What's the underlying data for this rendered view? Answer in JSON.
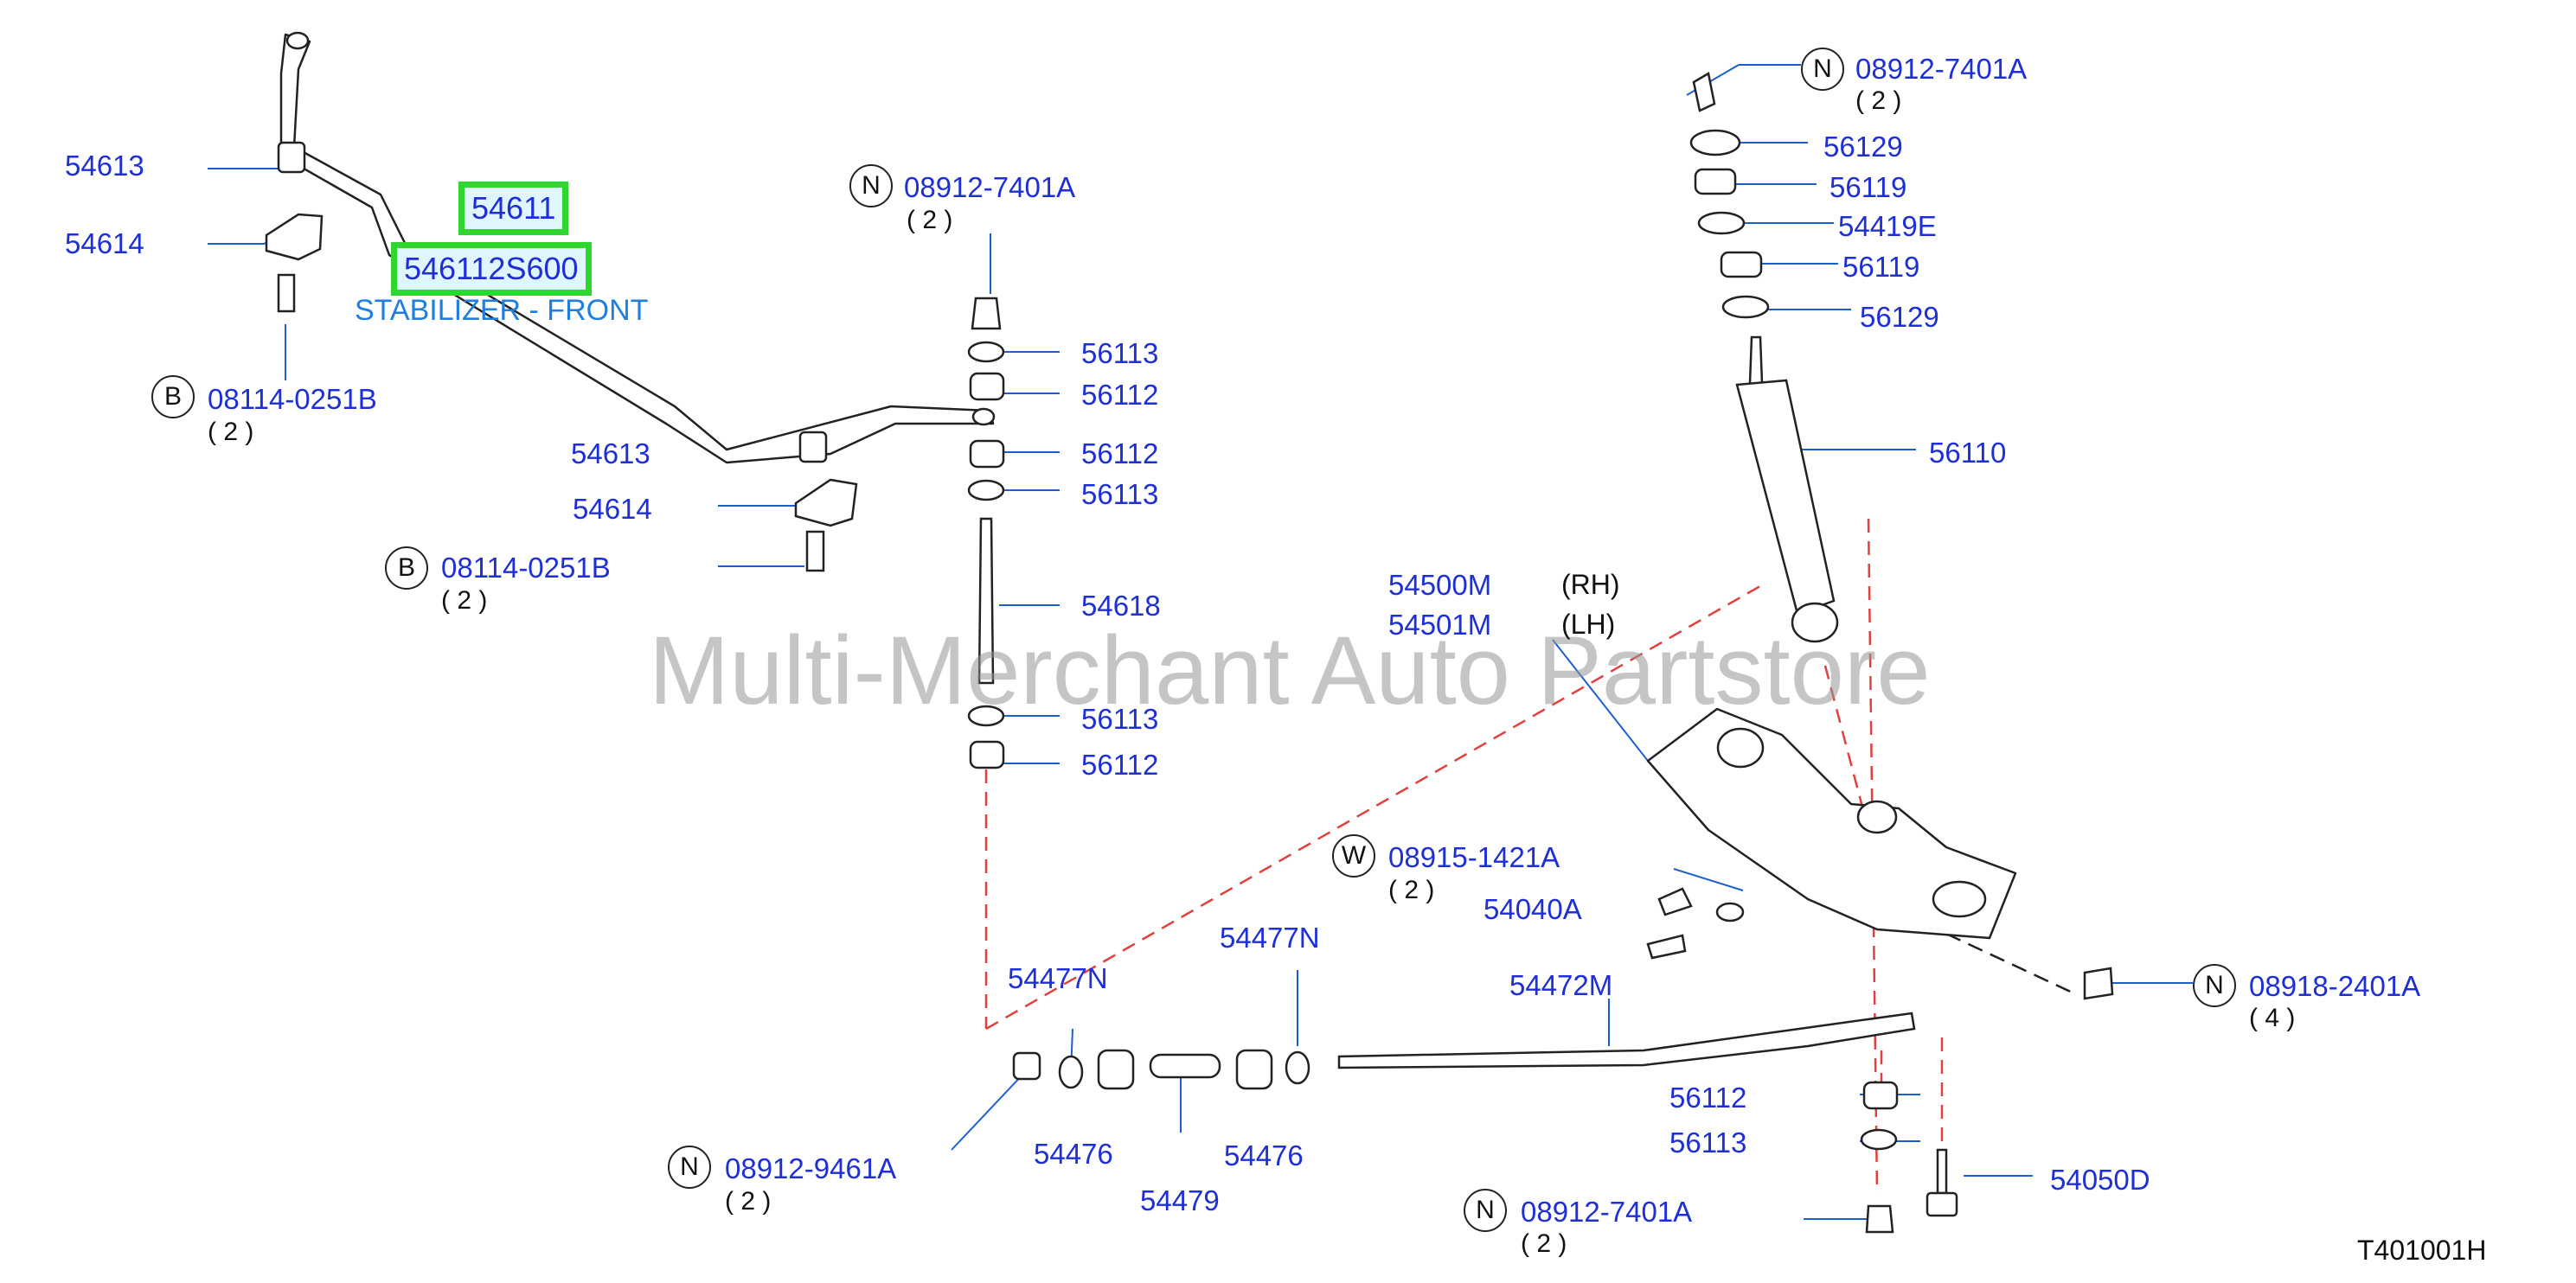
{
  "watermark": "Multi-Merchant Auto Partstore",
  "diagram_code": "T401001H",
  "highlight": {
    "part_a": "54611",
    "part_b": "546112S600",
    "caption": "STABILIZER - FRONT"
  },
  "side_labels": {
    "rh": "(RH)",
    "lh": "(LH)"
  },
  "parts": [
    {
      "id": "p01",
      "number": "54613"
    },
    {
      "id": "p02",
      "number": "54614"
    },
    {
      "id": "p03",
      "number": "08114-0251B",
      "prefix": "B",
      "qty": "( 2 )"
    },
    {
      "id": "p04",
      "number": "54613"
    },
    {
      "id": "p05",
      "number": "54614"
    },
    {
      "id": "p06",
      "number": "08114-0251B",
      "prefix": "B",
      "qty": "( 2 )"
    },
    {
      "id": "p07",
      "number": "08912-7401A",
      "prefix": "N",
      "qty": "( 2 )"
    },
    {
      "id": "p08",
      "number": "56113"
    },
    {
      "id": "p09",
      "number": "56112"
    },
    {
      "id": "p10",
      "number": "56112"
    },
    {
      "id": "p11",
      "number": "56113"
    },
    {
      "id": "p12",
      "number": "54618"
    },
    {
      "id": "p13",
      "number": "56113"
    },
    {
      "id": "p14",
      "number": "56112"
    },
    {
      "id": "p15",
      "number": "08912-7401A",
      "prefix": "N",
      "qty": "( 2 )"
    },
    {
      "id": "p16",
      "number": "56129"
    },
    {
      "id": "p17",
      "number": "56119"
    },
    {
      "id": "p18",
      "number": "54419E"
    },
    {
      "id": "p19",
      "number": "56119"
    },
    {
      "id": "p20",
      "number": "56129"
    },
    {
      "id": "p21",
      "number": "56110"
    },
    {
      "id": "p22",
      "number": "54500M"
    },
    {
      "id": "p23",
      "number": "54501M"
    },
    {
      "id": "p24",
      "number": "08915-1421A",
      "prefix": "W",
      "qty": "( 2 )"
    },
    {
      "id": "p25",
      "number": "54040A"
    },
    {
      "id": "p26",
      "number": "08918-2401A",
      "prefix": "N",
      "qty": "( 4 )"
    },
    {
      "id": "p27",
      "number": "54477N"
    },
    {
      "id": "p28",
      "number": "54477N"
    },
    {
      "id": "p29",
      "number": "54472M"
    },
    {
      "id": "p30",
      "number": "56112"
    },
    {
      "id": "p31",
      "number": "56113"
    },
    {
      "id": "p32",
      "number": "54050D"
    },
    {
      "id": "p33",
      "number": "54476"
    },
    {
      "id": "p34",
      "number": "54476"
    },
    {
      "id": "p35",
      "number": "54479"
    },
    {
      "id": "p36",
      "number": "08912-9461A",
      "prefix": "N",
      "qty": "( 2 )"
    },
    {
      "id": "p37",
      "number": "08912-7401A",
      "prefix": "N",
      "qty": "( 2 )"
    }
  ]
}
